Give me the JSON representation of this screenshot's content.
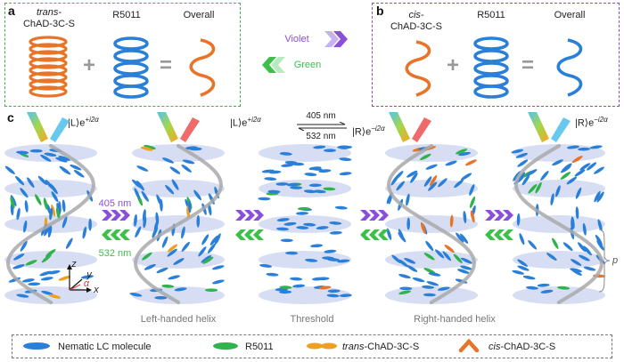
{
  "panel_a": {
    "label": "a",
    "trans_prefix": "trans-",
    "trans_name": "ChAD-3C-S",
    "r5011": "R5011",
    "overall": "Overall",
    "plus": "+",
    "equals": "="
  },
  "panel_b": {
    "label": "b",
    "cis_prefix": "cis-",
    "cis_name": "ChAD-3C-S",
    "r5011": "R5011",
    "overall": "Overall",
    "plus": "+",
    "equals": "="
  },
  "middle_arrows": {
    "violet": "Violet",
    "green": "Green"
  },
  "panel_c": {
    "label": "c",
    "state_left": "|L⟩e",
    "state_left_exp": "+i2α",
    "state_right": "|R⟩e",
    "state_right_exp": "−i2α",
    "eq_top": "405 nm",
    "eq_bottom": "532 nm",
    "wl_violet": "405 nm",
    "wl_green": "532 nm",
    "axis_z": "z",
    "axis_y": "y",
    "axis_x": "x",
    "axis_alpha": "α",
    "pitch": "p",
    "captions": [
      "Left-handed helix",
      "Threshold",
      "Right-handed helix"
    ]
  },
  "legend": {
    "items": [
      "Nematic LC molecule",
      "R5011",
      "trans-ChAD-3C-S",
      "cis-ChAD-3C-S"
    ],
    "trans_prefix": "trans",
    "trans_suffix": "-ChAD-3C-S",
    "cis_prefix": "cis",
    "cis_suffix": "-ChAD-3C-S"
  },
  "colors": {
    "panel_a_border": "#3bb54a",
    "panel_b_border": "#8a4fc4",
    "lc_blue": "#2a7fd8",
    "r5011_green": "#2fb34a",
    "trans_orange": "#f0a020",
    "cis_orange": "#e8742a",
    "violet": "#8a4fd8",
    "green": "#3cc04a",
    "disk": "#c9d3ef"
  }
}
